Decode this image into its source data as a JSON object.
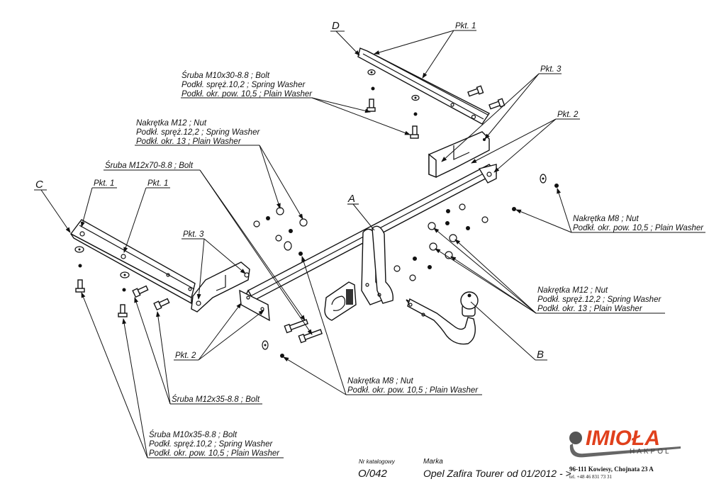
{
  "parts": {
    "A": "A",
    "B": "B",
    "C": "C",
    "D": "D"
  },
  "points": {
    "pkt1": "Pkt. 1",
    "pkt2": "Pkt. 2",
    "pkt3": "Pkt. 3"
  },
  "callouts": {
    "bolt_m10x30": [
      "Śruba M10x30-8.8 ;  Bolt",
      "Podkł. spręż.10,2 ; Spring Washer",
      "Podkł. okr. pow. 10,5 ; Plain Washer"
    ],
    "nut_m12_left": [
      "Nakrętka  M12 ; Nut",
      "Podkł. spręż.12,2 ; Spring Washer",
      "Podkł. okr. 13 ; Plain Washer"
    ],
    "bolt_m12x70": [
      "Śruba M12x70-8.8 ;  Bolt"
    ],
    "nut_m8_right": [
      "Nakrętka  M8 ; Nut",
      "Podkł. okr. pow. 10,5 ; Plain Washer"
    ],
    "nut_m12_right": [
      "Nakrętka  M12 ; Nut",
      "Podkł. spręż.12,2 ; Spring Washer",
      "Podkł. okr. 13 ; Plain Washer"
    ],
    "nut_m8_bottom": [
      "Nakrętka  M8 ; Nut",
      "Podkł. okr. pow. 10,5 ; Plain Washer"
    ],
    "bolt_m12x35": [
      "Śruba M12x35-8.8 ;  Bolt"
    ],
    "bolt_m10x35": [
      "Śruba M10x35-8.8 ;  Bolt",
      "Podkł. spręż.10,2 ; Spring Washer",
      "Podkł. okr. pow. 10,5 ; Plain Washer"
    ]
  },
  "title_block": {
    "catalog_label": "Nr katalogowy",
    "catalog_number": "O/042",
    "brand_label": "Marka",
    "model": "Opel Zafira Tourer",
    "date_range": "od 01/2012  - >",
    "address": "96-111 Kowiesy, Chojnata 23 A",
    "phone": "tel. +48 46 831 73 31"
  },
  "logo": {
    "name": "IMIOŁA",
    "sub": "HAKPOL",
    "color": "#e0401c"
  }
}
